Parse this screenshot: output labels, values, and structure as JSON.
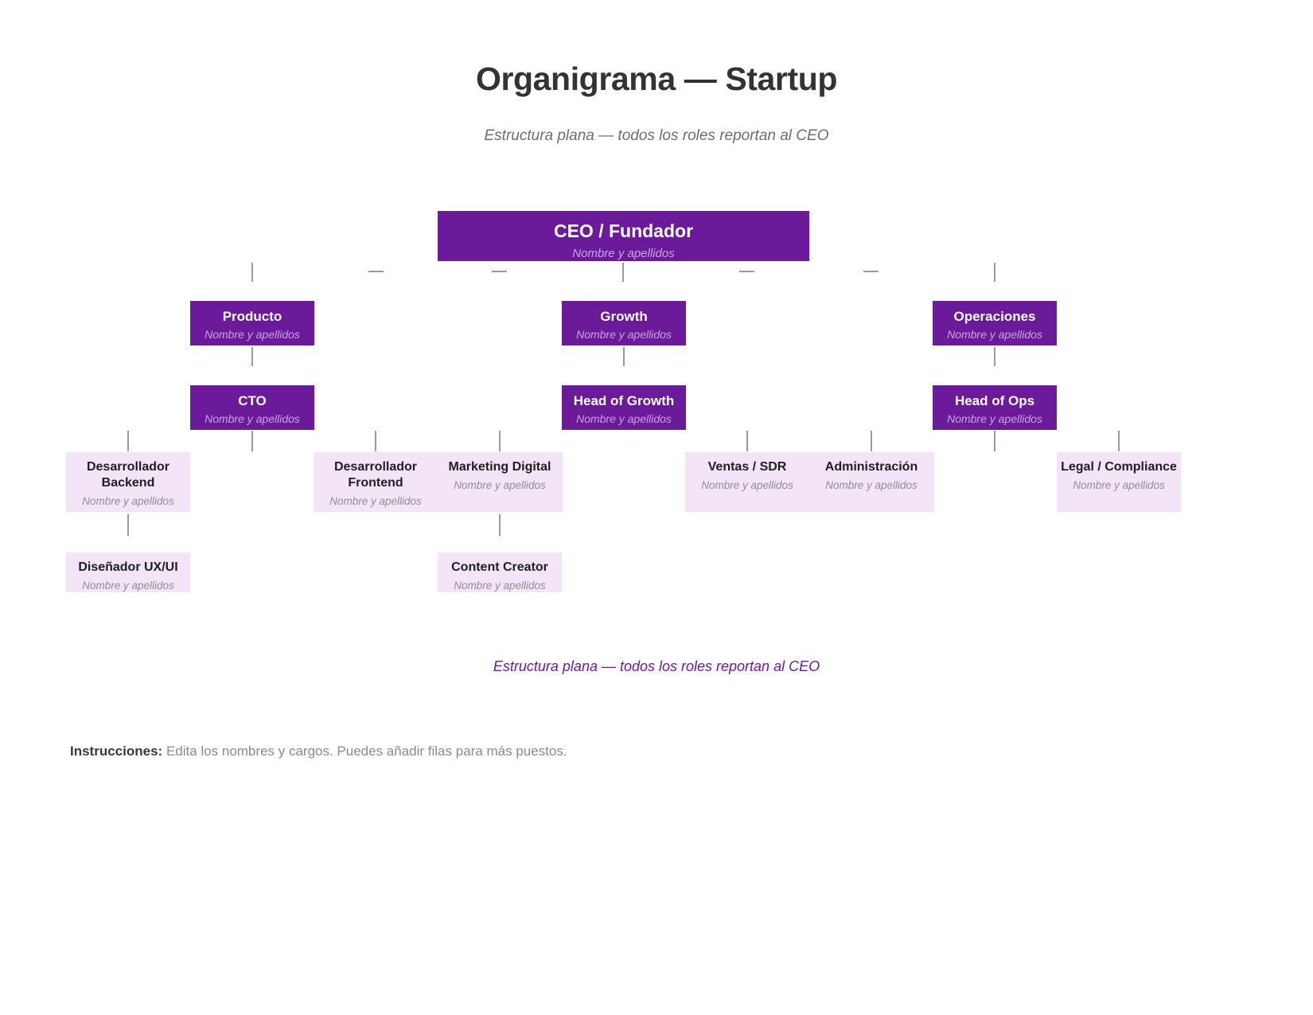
{
  "header": {
    "title": "Organigrama — Startup",
    "subtitle": "Estructura plana — todos los roles reportan al CEO"
  },
  "chart_data": {
    "type": "diagram",
    "diagram_kind": "org-chart",
    "colors": {
      "node_solid_bg": "#6B1B9A",
      "node_solid_title": "#FFFFFF",
      "node_solid_sub": "#C7A5DC",
      "node_pale_bg": "#F3E4F7",
      "node_pale_title": "#1F1F1F",
      "node_pale_sub": "#8F8F8F",
      "connector": "#9A9A9A",
      "caption": "#6B1B9A",
      "page_bg": "#FFFFFF"
    },
    "placeholder_name": "Nombre y apellidos",
    "levels": [
      {
        "level": 0,
        "nodes": [
          {
            "id": "ceo",
            "title": "CEO / Fundador",
            "subtitle": "Nombre y apellidos",
            "style": "solid"
          }
        ]
      },
      {
        "level": 1,
        "nodes": [
          {
            "id": "producto",
            "title": "Producto",
            "subtitle": "Nombre y apellidos",
            "style": "solid",
            "parent": "ceo"
          },
          {
            "id": "growth",
            "title": "Growth",
            "subtitle": "Nombre y apellidos",
            "style": "solid",
            "parent": "ceo"
          },
          {
            "id": "operaciones",
            "title": "Operaciones",
            "subtitle": "Nombre y apellidos",
            "style": "solid",
            "parent": "ceo"
          }
        ]
      },
      {
        "level": 2,
        "nodes": [
          {
            "id": "cto",
            "title": "CTO",
            "subtitle": "Nombre y apellidos",
            "style": "solid",
            "parent": "producto"
          },
          {
            "id": "head-of-growth",
            "title": "Head of Growth",
            "subtitle": "Nombre y apellidos",
            "style": "solid",
            "parent": "growth"
          },
          {
            "id": "head-of-ops",
            "title": "Head of Ops",
            "subtitle": "Nombre y apellidos",
            "style": "solid",
            "parent": "operaciones"
          }
        ]
      },
      {
        "level": 3,
        "nodes": [
          {
            "id": "dev-backend",
            "title": "Desarrollador Backend",
            "subtitle": "Nombre y apellidos",
            "style": "pale",
            "parent": "cto"
          },
          {
            "id": "dev-frontend",
            "title": "Desarrollador Frontend",
            "subtitle": "Nombre y apellidos",
            "style": "pale",
            "parent": "cto"
          },
          {
            "id": "marketing-digital",
            "title": "Marketing Digital",
            "subtitle": "Nombre y apellidos",
            "style": "pale",
            "parent": "head-of-growth"
          },
          {
            "id": "ventas-sdr",
            "title": "Ventas / SDR",
            "subtitle": "Nombre y apellidos",
            "style": "pale",
            "parent": "head-of-growth"
          },
          {
            "id": "administracion",
            "title": "Administración",
            "subtitle": "Nombre y apellidos",
            "style": "pale",
            "parent": "head-of-ops"
          },
          {
            "id": "legal-compliance",
            "title": "Legal / Compliance",
            "subtitle": "Nombre y apellidos",
            "style": "pale",
            "parent": "head-of-ops"
          }
        ]
      },
      {
        "level": 4,
        "nodes": [
          {
            "id": "disenador-ux-ui",
            "title": "Diseñador UX/UI",
            "subtitle": "Nombre y apellidos",
            "style": "pale",
            "parent": "dev-backend"
          },
          {
            "id": "content-creator",
            "title": "Content Creator",
            "subtitle": "Nombre y apellidos",
            "style": "pale",
            "parent": "marketing-digital"
          }
        ]
      }
    ]
  },
  "footer": {
    "caption": "Estructura plana — todos los roles reportan al CEO",
    "instructions_label": "Instrucciones:",
    "instructions_text": "Edita los nombres y cargos. Puedes añadir filas para más puestos."
  }
}
